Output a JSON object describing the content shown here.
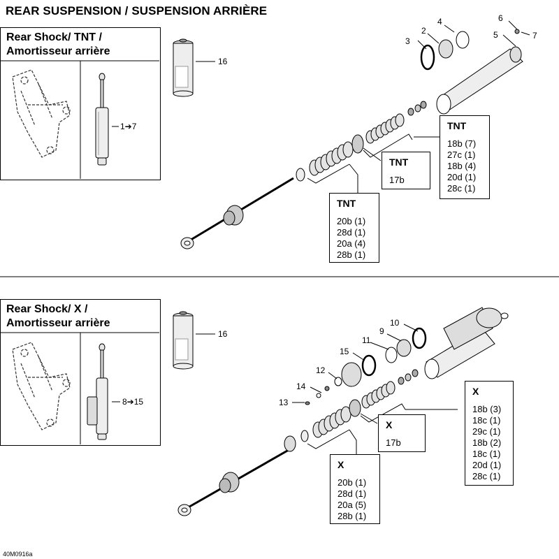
{
  "page_title": "REAR SUSPENSION / SUSPENSION ARRIÈRE",
  "drawing_code": "40M0916a",
  "top": {
    "panel_title": [
      "Rear Shock/ TNT /",
      "Amortisseur arrière"
    ],
    "shock_ref": "1➔7",
    "callouts": [
      "16",
      "2",
      "3",
      "4",
      "5",
      "6",
      "7"
    ],
    "kit_a": {
      "title": "TNT",
      "items": [
        "18b (7)",
        "27c (1)",
        "18b (4)",
        "20d (1)",
        "28c (1)"
      ]
    },
    "kit_b": {
      "title": "TNT",
      "items": [
        "17b"
      ]
    },
    "kit_c": {
      "title": "TNT",
      "items": [
        "20b (1)",
        "28d (1)",
        "20a (4)",
        "28b (1)"
      ]
    }
  },
  "bottom": {
    "panel_title": [
      "Rear Shock/ X /",
      "Amortisseur arrière"
    ],
    "shock_ref": "8➔15",
    "callouts": [
      "16",
      "10",
      "9",
      "11",
      "15",
      "12",
      "14",
      "13"
    ],
    "kit_a": {
      "title": "X",
      "items": [
        "18b (3)",
        "18c (1)",
        "29c (1)",
        "18b (2)",
        "18c (1)",
        "20d (1)",
        "28c (1)"
      ]
    },
    "kit_b": {
      "title": "X",
      "items": [
        "17b"
      ]
    },
    "kit_c": {
      "title": "X",
      "items": [
        "20b (1)",
        "28d (1)",
        "20a (5)",
        "28b (1)"
      ]
    }
  }
}
